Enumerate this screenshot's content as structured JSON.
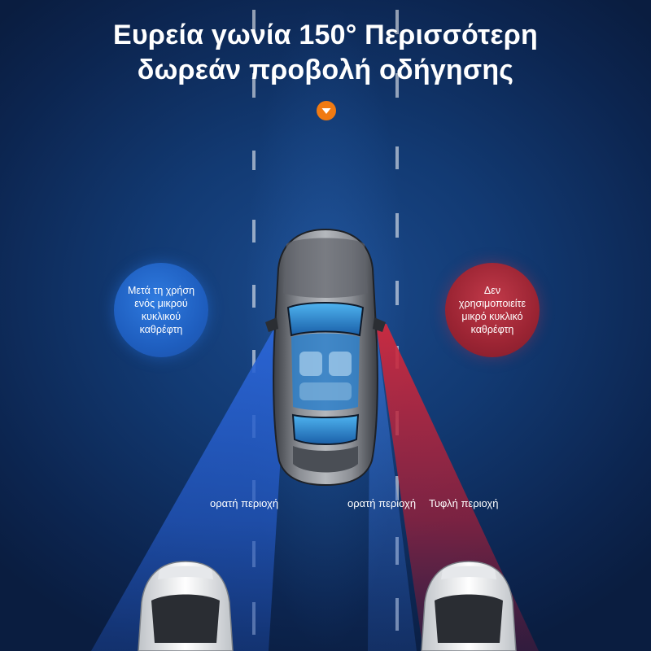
{
  "headline": {
    "line1": "Ευρεία γωνία 150° Περισσότερη",
    "line2": "δωρεάν προβολή οδήγησης"
  },
  "icons": {
    "down_arrow": "chevron-down-icon"
  },
  "bubbles": {
    "with_mirror": "Μετά τη χρήση ενός μικρού κυκλικού καθρέφτη",
    "without_mirror": "Δεν χρησιμοποιείτε μικρό κυκλικό καθρέφτη"
  },
  "zone_labels": {
    "left_visible": "ορατή περιοχή",
    "right_visible": "ορατή περιοχή",
    "blind_spot": "Τυφλή περιοχή"
  },
  "colors": {
    "background": "#123a73",
    "visible_zone": "#2a64d6",
    "blind_zone": "#c4283a",
    "accent_orange": "#f07a12"
  }
}
